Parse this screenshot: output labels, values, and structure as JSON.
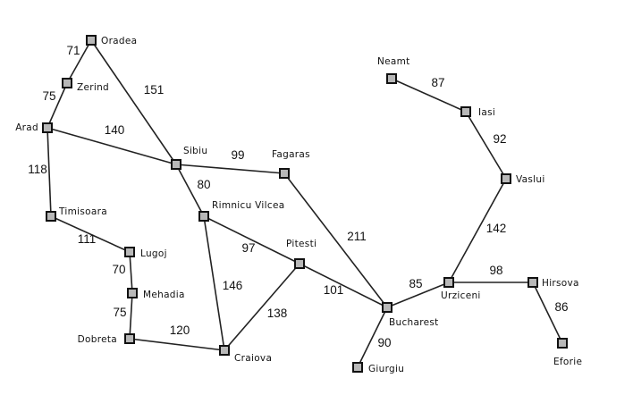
{
  "title": "Romania road map",
  "colors": {
    "node_fill": "#b8b8b8",
    "line": "#222222"
  },
  "cities": [
    {
      "id": "oradea",
      "name": "Oradea"
    },
    {
      "id": "zerind",
      "name": "Zerind"
    },
    {
      "id": "arad",
      "name": "Arad"
    },
    {
      "id": "timisoara",
      "name": "Timisoara"
    },
    {
      "id": "lugoj",
      "name": "Lugoj"
    },
    {
      "id": "mehadia",
      "name": "Mehadia"
    },
    {
      "id": "dobreta",
      "name": "Dobreta"
    },
    {
      "id": "craiova",
      "name": "Craiova"
    },
    {
      "id": "rimnicu",
      "name": "Rimnicu Vilcea"
    },
    {
      "id": "sibiu",
      "name": "Sibiu"
    },
    {
      "id": "fagaras",
      "name": "Fagaras"
    },
    {
      "id": "pitesti",
      "name": "Pitesti"
    },
    {
      "id": "bucharest",
      "name": "Bucharest"
    },
    {
      "id": "giurgiu",
      "name": "Giurgiu"
    },
    {
      "id": "urziceni",
      "name": "Urziceni"
    },
    {
      "id": "hirsova",
      "name": "Hirsova"
    },
    {
      "id": "eforie",
      "name": "Eforie"
    },
    {
      "id": "vaslui",
      "name": "Vaslui"
    },
    {
      "id": "iasi",
      "name": "Iasi"
    },
    {
      "id": "neamt",
      "name": "Neamt"
    }
  ],
  "roads": [
    {
      "from": "oradea",
      "to": "zerind",
      "distance": "71"
    },
    {
      "from": "zerind",
      "to": "arad",
      "distance": "75"
    },
    {
      "from": "oradea",
      "to": "sibiu",
      "distance": "151"
    },
    {
      "from": "arad",
      "to": "sibiu",
      "distance": "140"
    },
    {
      "from": "arad",
      "to": "timisoara",
      "distance": "118"
    },
    {
      "from": "timisoara",
      "to": "lugoj",
      "distance": "111"
    },
    {
      "from": "lugoj",
      "to": "mehadia",
      "distance": "70"
    },
    {
      "from": "mehadia",
      "to": "dobreta",
      "distance": "75"
    },
    {
      "from": "dobreta",
      "to": "craiova",
      "distance": "120"
    },
    {
      "from": "rimnicu",
      "to": "craiova",
      "distance": "146"
    },
    {
      "from": "pitesti",
      "to": "craiova",
      "distance": "138"
    },
    {
      "from": "rimnicu",
      "to": "pitesti",
      "distance": "97"
    },
    {
      "from": "pitesti",
      "to": "bucharest",
      "distance": "101"
    },
    {
      "from": "fagaras",
      "to": "bucharest",
      "distance": "211"
    },
    {
      "from": "sibiu",
      "to": "fagaras",
      "distance": "99"
    },
    {
      "from": "sibiu",
      "to": "rimnicu",
      "distance": "80"
    },
    {
      "from": "bucharest",
      "to": "giurgiu",
      "distance": "90"
    },
    {
      "from": "bucharest",
      "to": "urziceni",
      "distance": "85"
    },
    {
      "from": "urziceni",
      "to": "hirsova",
      "distance": "98"
    },
    {
      "from": "urziceni",
      "to": "vaslui",
      "distance": "142"
    },
    {
      "from": "hirsova",
      "to": "eforie",
      "distance": "86"
    },
    {
      "from": "vaslui",
      "to": "iasi",
      "distance": "92"
    },
    {
      "from": "iasi",
      "to": "neamt",
      "distance": "87"
    }
  ]
}
